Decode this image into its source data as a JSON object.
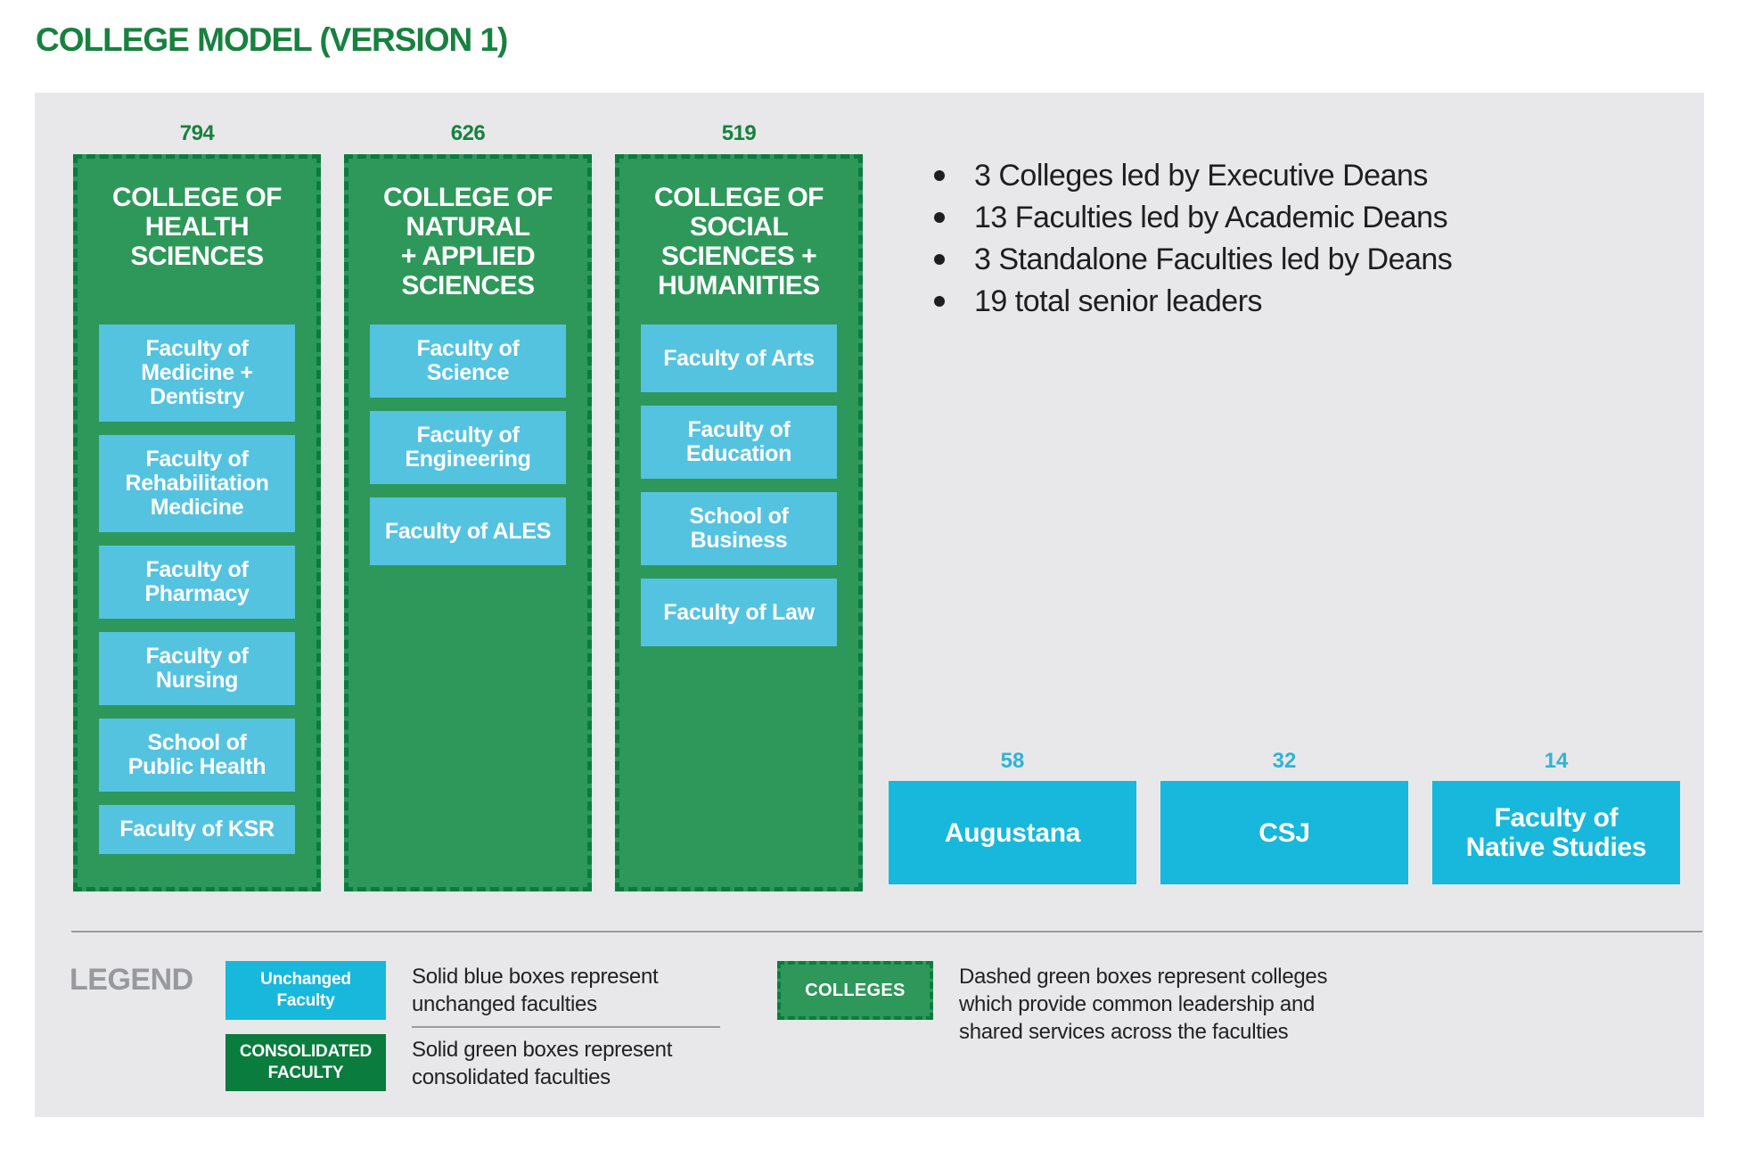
{
  "title": "COLLEGE MODEL (VERSION 1)",
  "colors": {
    "green_fill": "#2E985A",
    "green_border": "#0A7C3D",
    "green_text": "#17813F",
    "cyan_faculty": "#54C3E0",
    "cyan_solid": "#17B8DC",
    "cyan_count": "#2FB3D6",
    "panel_gray": "#E8E8EA",
    "text_dark": "#1E1E1E",
    "legend_gray": "#97999C"
  },
  "colleges": [
    {
      "count": "794",
      "title": "COLLEGE OF\nHEALTH\nSCIENCES",
      "faculties": [
        "Faculty of\nMedicine +\nDentistry",
        "Faculty of\nRehabilitation\nMedicine",
        "Faculty of\nPharmacy",
        "Faculty of\nNursing",
        "School of\nPublic Health",
        "Faculty of KSR"
      ]
    },
    {
      "count": "626",
      "title": "COLLEGE OF\nNATURAL\n+ APPLIED\nSCIENCES",
      "faculties": [
        "Faculty of\nScience",
        "Faculty of\nEngineering",
        "Faculty of ALES"
      ]
    },
    {
      "count": "519",
      "title": "COLLEGE OF\nSOCIAL\nSCIENCES +\nHUMANITIES",
      "faculties": [
        "Faculty of Arts",
        "Faculty of\nEducation",
        "School of\nBusiness",
        "Faculty of Law"
      ]
    }
  ],
  "bullets": [
    "3 Colleges led by Executive Deans",
    "13 Faculties led by Academic Deans",
    "3 Standalone Faculties led by Deans",
    "19 total senior leaders"
  ],
  "standalone": [
    {
      "count": "58",
      "name": "Augustana"
    },
    {
      "count": "32",
      "name": "CSJ"
    },
    {
      "count": "14",
      "name": "Faculty of\nNative Studies"
    }
  ],
  "legend": {
    "heading": "LEGEND",
    "items": [
      {
        "swatch_label": "Unchanged\nFaculty",
        "style": "solid-blue",
        "description": "Solid blue boxes represent unchanged faculties"
      },
      {
        "swatch_label": "CONSOLIDATED\nFACULTY",
        "style": "solid-green",
        "description": "Solid green boxes represent consolidated faculties"
      },
      {
        "swatch_label": "COLLEGES",
        "style": "dashed-green",
        "description": "Dashed green boxes represent colleges which provide common leadership and shared services across the faculties"
      }
    ]
  }
}
